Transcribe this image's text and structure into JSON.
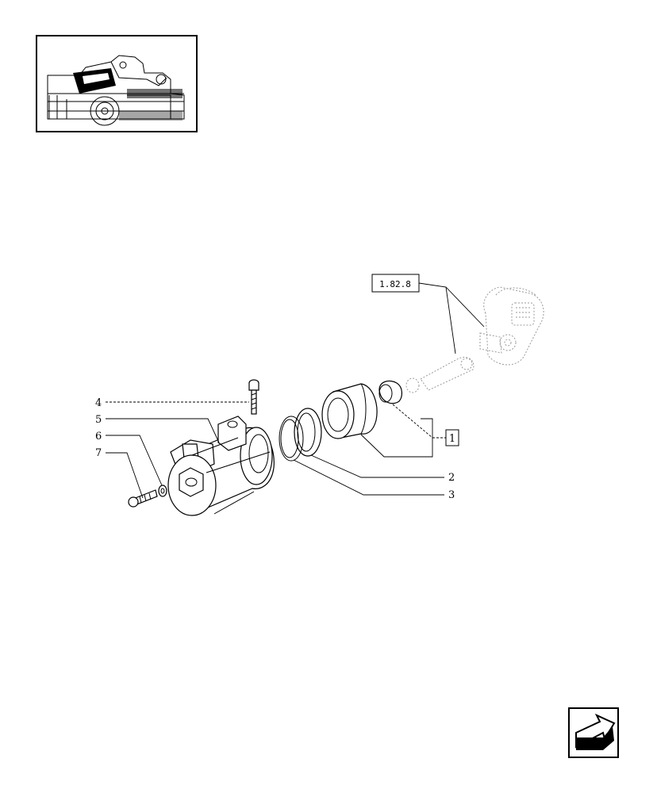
{
  "thumbnail": {
    "icon": "tractor-location-thumbnail"
  },
  "diagram": {
    "reference_box": "1.82.8",
    "group_box": "1",
    "callouts": [
      "4",
      "5",
      "6",
      "7",
      "2",
      "3"
    ]
  },
  "nav": {
    "icon": "back-arrow-icon"
  }
}
